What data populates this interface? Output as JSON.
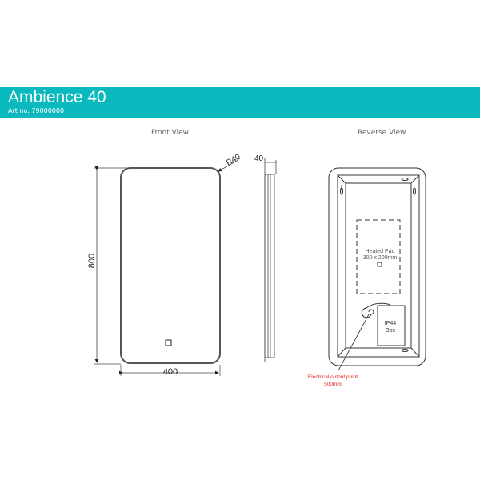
{
  "header": {
    "title": "Ambience 40",
    "art_no": "Art no. 79000000",
    "color": "#0ab9bd"
  },
  "views": {
    "front": "Front View",
    "reverse": "Reverse View"
  },
  "dimensions": {
    "height": "800",
    "width": "400",
    "radius": "R40",
    "depth": "40"
  },
  "reverse": {
    "heated_pad_line1": "Heated Pad",
    "heated_pad_line2": "300 x 200mm",
    "box_line1": "IP44",
    "box_line2": "Box",
    "output_line1": "Electrical output point",
    "output_line2": "500mm"
  }
}
